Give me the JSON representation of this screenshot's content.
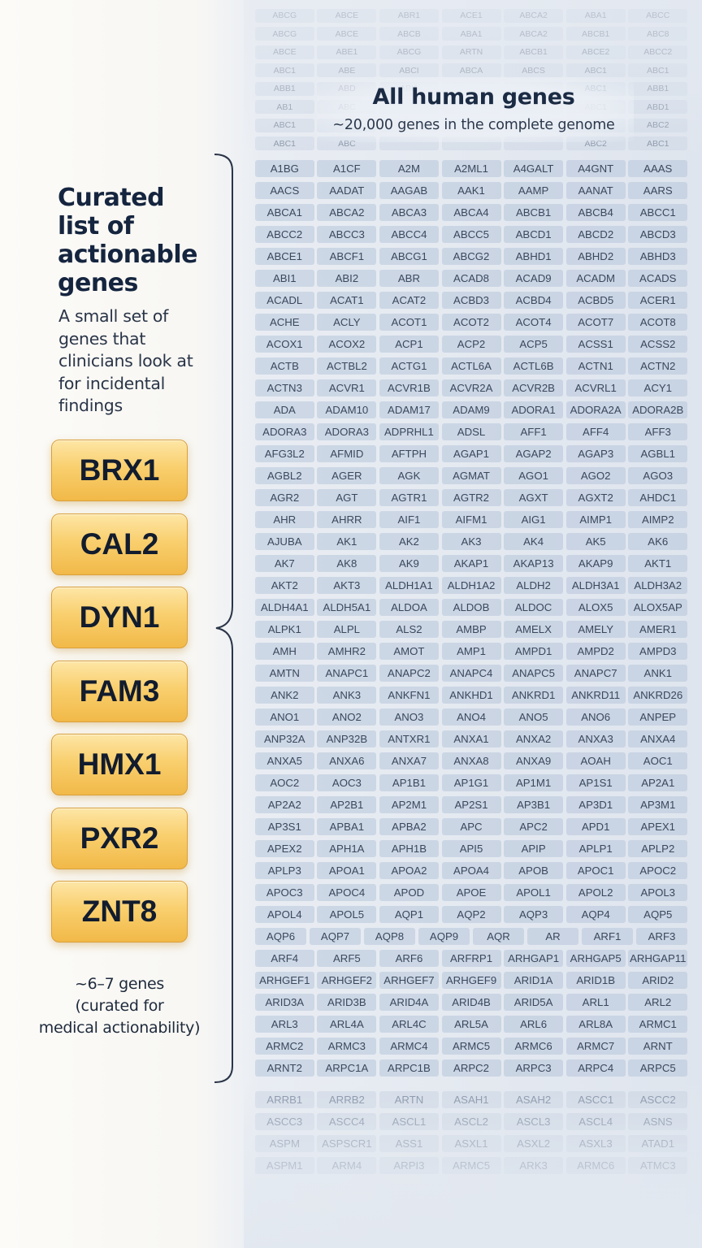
{
  "curated": {
    "title": "Curated list of actionable genes",
    "subtitle": "A small set of genes that clinicians look at for incidental findings",
    "genes": [
      "BRX1",
      "CAL2",
      "DYN1",
      "FAM3",
      "HMX1",
      "PXR2",
      "ZNT8"
    ],
    "count_line1": "~6–7 genes",
    "count_line2": "(curated for",
    "count_line3": "medical actionability)"
  },
  "all_genes": {
    "title": "All human genes",
    "subtitle": "~20,000 genes in the complete genome",
    "rows": [
      [
        "A1BG",
        "A1CF",
        "A2M",
        "A2ML1",
        "A4GALT",
        "A4GNT",
        "AAAS"
      ],
      [
        "AACS",
        "AADAT",
        "AAGAB",
        "AAK1",
        "AAMP",
        "AANAT",
        "AARS"
      ],
      [
        "ABCA1",
        "ABCA2",
        "ABCA3",
        "ABCA4",
        "ABCB1",
        "ABCB4",
        "ABCC1"
      ],
      [
        "ABCC2",
        "ABCC3",
        "ABCC4",
        "ABCC5",
        "ABCD1",
        "ABCD2",
        "ABCD3"
      ],
      [
        "ABCE1",
        "ABCF1",
        "ABCG1",
        "ABCG2",
        "ABHD1",
        "ABHD2",
        "ABHD3"
      ],
      [
        "ABI1",
        "ABI2",
        "ABR",
        "ACAD8",
        "ACAD9",
        "ACADM",
        "ACADS"
      ],
      [
        "ACADL",
        "ACAT1",
        "ACAT2",
        "ACBD3",
        "ACBD4",
        "ACBD5",
        "ACER1"
      ],
      [
        "ACHE",
        "ACLY",
        "ACOT1",
        "ACOT2",
        "ACOT4",
        "ACOT7",
        "ACOT8"
      ],
      [
        "ACOX1",
        "ACOX2",
        "ACP1",
        "ACP2",
        "ACP5",
        "ACSS1",
        "ACSS2"
      ],
      [
        "ACTB",
        "ACTBL2",
        "ACTG1",
        "ACTL6A",
        "ACTL6B",
        "ACTN1",
        "ACTN2"
      ],
      [
        "ACTN3",
        "ACVR1",
        "ACVR1B",
        "ACVR2A",
        "ACVR2B",
        "ACVRL1",
        "ACY1"
      ],
      [
        "ADA",
        "ADAM10",
        "ADAM17",
        "ADAM9",
        "ADORA1",
        "ADORA2A",
        "ADORA2B"
      ],
      [
        "ADORA3",
        "ADORA3",
        "ADPRHL1",
        "ADSL",
        "AFF1",
        "AFF4",
        "AFF3"
      ],
      [
        "AFG3L2",
        "AFMID",
        "AFTPH",
        "AGAP1",
        "AGAP2",
        "AGAP3",
        "AGBL1"
      ],
      [
        "AGBL2",
        "AGER",
        "AGK",
        "AGMAT",
        "AGO1",
        "AGO2",
        "AGO3"
      ],
      [
        "AGR2",
        "AGT",
        "AGTR1",
        "AGTR2",
        "AGXT",
        "AGXT2",
        "AHDC1"
      ],
      [
        "AHR",
        "AHRR",
        "AIF1",
        "AIFM1",
        "AIG1",
        "AIMP1",
        "AIMP2"
      ],
      [
        "AJUBA",
        "AK1",
        "AK2",
        "AK3",
        "AK4",
        "AK5",
        "AK6"
      ],
      [
        "AK7",
        "AK8",
        "AK9",
        "AKAP1",
        "AKAP13",
        "AKAP9",
        "AKT1"
      ],
      [
        "AKT2",
        "AKT3",
        "ALDH1A1",
        "ALDH1A2",
        "ALDH2",
        "ALDH3A1",
        "ALDH3A2"
      ],
      [
        "ALDH4A1",
        "ALDH5A1",
        "ALDOA",
        "ALDOB",
        "ALDOC",
        "ALOX5",
        "ALOX5AP"
      ],
      [
        "ALPK1",
        "ALPL",
        "ALS2",
        "AMBP",
        "AMELX",
        "AMELY",
        "AMER1"
      ],
      [
        "AMH",
        "AMHR2",
        "AMOT",
        "AMP1",
        "AMPD1",
        "AMPD2",
        "AMPD3"
      ],
      [
        "AMTN",
        "ANAPC1",
        "ANAPC2",
        "ANAPC4",
        "ANAPC5",
        "ANAPC7",
        "ANK1"
      ],
      [
        "ANK2",
        "ANK3",
        "ANKFN1",
        "ANKHD1",
        "ANKRD1",
        "ANKRD11",
        "ANKRD26"
      ],
      [
        "ANO1",
        "ANO2",
        "ANO3",
        "ANO4",
        "ANO5",
        "ANO6",
        "ANPEP"
      ],
      [
        "ANP32A",
        "ANP32B",
        "ANTXR1",
        "ANXA1",
        "ANXA2",
        "ANXA3",
        "ANXA4"
      ],
      [
        "ANXA5",
        "ANXA6",
        "ANXA7",
        "ANXA8",
        "ANXA9",
        "AOAH",
        "AOC1"
      ],
      [
        "AOC2",
        "AOC3",
        "AP1B1",
        "AP1G1",
        "AP1M1",
        "AP1S1",
        "AP2A1"
      ],
      [
        "AP2A2",
        "AP2B1",
        "AP2M1",
        "AP2S1",
        "AP3B1",
        "AP3D1",
        "AP3M1"
      ],
      [
        "AP3S1",
        "APBA1",
        "APBA2",
        "APC",
        "APC2",
        "APD1",
        "APEX1"
      ],
      [
        "APEX2",
        "APH1A",
        "APH1B",
        "API5",
        "APIP",
        "APLP1",
        "APLP2"
      ],
      [
        "APLP3",
        "APOA1",
        "APOA2",
        "APOA4",
        "APOB",
        "APOC1",
        "APOC2"
      ],
      [
        "APOC3",
        "APOC4",
        "APOD",
        "APOE",
        "APOL1",
        "APOL2",
        "APOL3"
      ],
      [
        "APOL4",
        "APOL5",
        "AQP1",
        "AQP2",
        "AQP3",
        "AQP4",
        "AQP5"
      ],
      [
        "AQP6",
        "AQP7",
        "AQP8",
        "AQP9",
        "AQR",
        "AR",
        "ARF1",
        "ARF3"
      ],
      [
        "ARF4",
        "ARF5",
        "ARF6",
        "ARFRP1",
        "ARHGAP1",
        "ARHGAP5",
        "ARHGAP11"
      ],
      [
        "ARHGEF1",
        "ARHGEF2",
        "ARHGEF7",
        "ARHGEF9",
        "ARID1A",
        "ARID1B",
        "ARID2"
      ],
      [
        "ARID3A",
        "ARID3B",
        "ARID4A",
        "ARID4B",
        "ARID5A",
        "ARL1",
        "ARL2"
      ],
      [
        "ARL3",
        "ARL4A",
        "ARL4C",
        "ARL5A",
        "ARL6",
        "ARL8A",
        "ARMC1"
      ],
      [
        "ARMC2",
        "ARMC3",
        "ARMC4",
        "ARMC5",
        "ARMC6",
        "ARMC7",
        "ARNT"
      ],
      [
        "ARNT2",
        "ARPC1A",
        "ARPC1B",
        "ARPC2",
        "ARPC3",
        "ARPC4",
        "ARPC5"
      ]
    ],
    "faded_bottom_rows": [
      [
        "ARRB1",
        "ARRB2",
        "ARTN",
        "ASAH1",
        "ASAH2",
        "ASCC1",
        "ASCC2"
      ],
      [
        "ASCC3",
        "ASCC4",
        "ASCL1",
        "ASCL2",
        "ASCL3",
        "ASCL4",
        "ASNS"
      ],
      [
        "ASPM",
        "ASPSCR1",
        "ASS1",
        "ASXL1",
        "ASXL2",
        "ASXL3",
        "ATAD1"
      ],
      [
        "ASPM1",
        "ARM4",
        "ARPI3",
        "ARMC5",
        "ARK3",
        "ARMC6",
        "ATMC3"
      ]
    ],
    "faded_top_rows": [
      [
        "ABCG",
        "ABCE",
        "ABR1",
        "ACE1",
        "ABCA2",
        "ABA1",
        "ABCC"
      ],
      [
        "ABCG",
        "ABCE",
        "ABCB",
        "ABA1",
        "ABCA2",
        "ABCB1",
        "ABC8"
      ],
      [
        "ABCE",
        "ABE1",
        "ABCG",
        "ARTN",
        "ABCB1",
        "ABCE2",
        "ABCC2"
      ],
      [
        "ABC1",
        "ABE",
        "ABCI",
        "ABCA",
        "ABCS",
        "ABC1",
        "ABC1"
      ],
      [
        "ABB1",
        "ABD",
        "ABI1",
        "",
        "",
        "ABC1",
        "ABB1"
      ],
      [
        "AB1",
        "ABC",
        "",
        "",
        "",
        "ABC1",
        "ABD1"
      ],
      [
        "ABC1",
        "",
        "",
        "",
        "",
        "",
        "ABC2"
      ],
      [
        "ABC1",
        "ABC",
        "",
        "",
        "",
        "ABC2",
        "ABC1"
      ]
    ]
  }
}
